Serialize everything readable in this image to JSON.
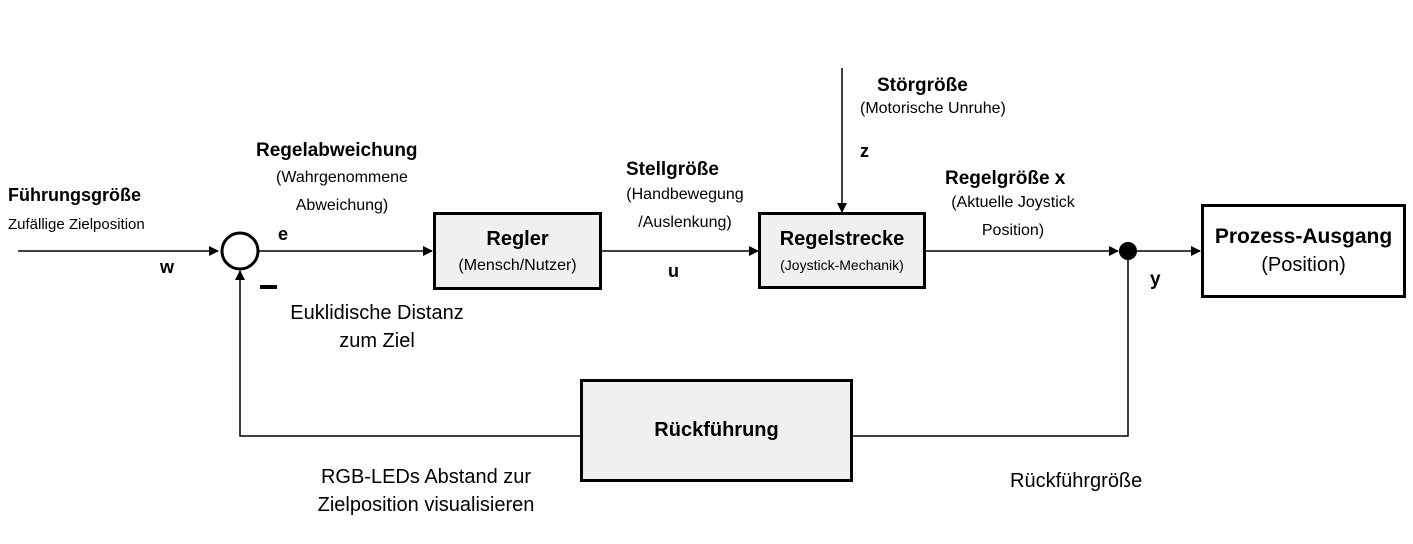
{
  "colors": {
    "line": "#000000",
    "box_fill": "#f0f0f0",
    "box_fill_output": "#ffffff",
    "background": "#ffffff"
  },
  "input": {
    "title": "Führungsgröße",
    "subtitle": "Zufällige Zielposition",
    "symbol": "w"
  },
  "error": {
    "title": "Regelabweichung",
    "desc_line1": "(Wahrgenommene",
    "desc_line2": "Abweichung)",
    "symbol": "e",
    "minus": "−",
    "note_line1": "Euklidische Distanz",
    "note_line2": "zum Ziel"
  },
  "controller": {
    "title": "Regler",
    "subtitle": "(Mensch/Nutzer)"
  },
  "actuating": {
    "title": "Stellgröße",
    "desc_line1": "(Handbewegung",
    "desc_line2": "/Auslenkung)",
    "symbol": "u"
  },
  "disturbance": {
    "title": "Störgröße",
    "desc": "(Motorische Unruhe)",
    "symbol": "z"
  },
  "plant": {
    "title": "Regelstrecke",
    "subtitle": "(Joystick-Mechanik)"
  },
  "controlled": {
    "title": "Regelgröße x",
    "desc_line1": "(Aktuelle Joystick",
    "desc_line2": "Position)",
    "symbol": "y"
  },
  "output": {
    "title": "Prozess-Ausgang",
    "subtitle": "(Position)"
  },
  "feedback": {
    "title": "Rückführung",
    "note_left_line1": "RGB-LEDs Abstand zur",
    "note_left_line2": "Zielposition visualisieren",
    "note_right": "Rückführgröße"
  }
}
